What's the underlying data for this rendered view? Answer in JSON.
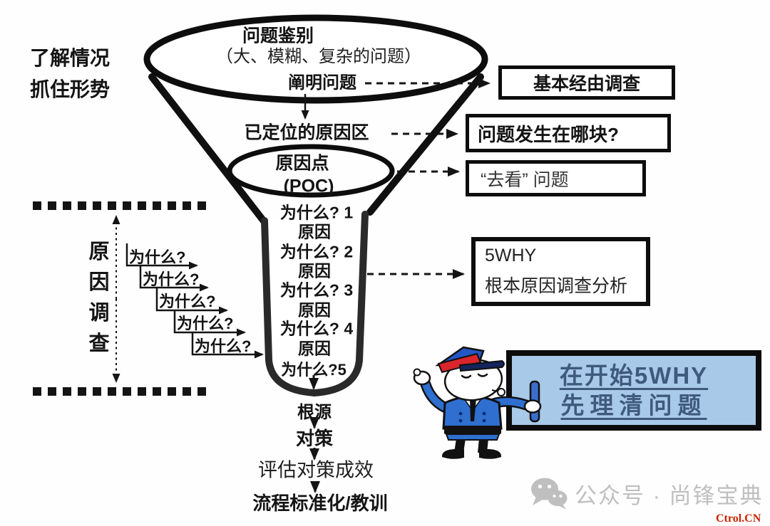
{
  "colors": {
    "ink": "#141414",
    "sign_bg": "#a8c9e8",
    "sign_text": "#3f5a7d",
    "uniform_blue": "#2e6fd0",
    "cap_crown_blue": "#2457c5",
    "cap_band_red": "#d9252b",
    "cap_visor_navy": "#13255c",
    "baton_blue": "#3b6ecc",
    "watermark_gray": "#c0bfbf",
    "brand_red": "#cc2200"
  },
  "left_panel": {
    "situation_line1": "了解情况",
    "situation_line2": "抓住形势",
    "vertical_label": [
      "原",
      "因",
      "调",
      "查"
    ],
    "why_ladder": [
      "为什么?",
      "为什么?",
      "为什么?",
      "为什么?",
      "为什么?"
    ]
  },
  "funnel": {
    "title": "问题鉴别",
    "subtitle": "（大、模糊、复杂的问题）",
    "clarify": "阐明问题",
    "located_cause_area": "已定位的原因区",
    "poc_title": "原因点",
    "poc_abbr": "(POC)",
    "why_chain": [
      "为什么? 1",
      "原因",
      "为什么? 2",
      "原因",
      "为什么? 3",
      "原因",
      "为什么? 4",
      "原因",
      "为什么?5"
    ]
  },
  "bottom_chain": [
    "根源",
    "对策",
    "评估对策成效",
    "流程标准化/教训"
  ],
  "right_callouts": [
    {
      "label": "基本经由调查"
    },
    {
      "label": "问题发生在哪块?"
    },
    {
      "label": "“去看” 问题"
    }
  ],
  "fivewhy_box": {
    "line1": "5WHY",
    "line2": "根本原因调查分析"
  },
  "sign": {
    "line1": "在开始5WHY",
    "line2": "先理清问题"
  },
  "watermark": {
    "label": "公众号 · 尚锋宝典"
  },
  "brand": {
    "label": "Ctrol.CN"
  },
  "icons": {
    "watermark_icon": "wechat-icon"
  }
}
